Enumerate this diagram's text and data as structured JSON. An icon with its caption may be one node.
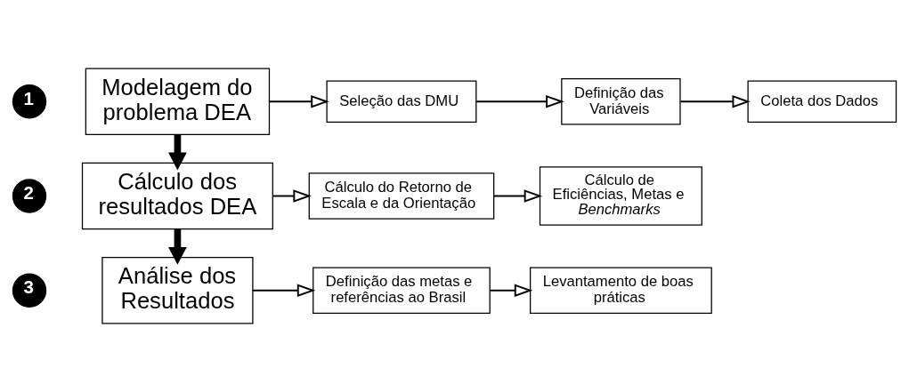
{
  "diagram": {
    "nodes": [
      {
        "text": [
          "1"
        ]
      },
      {
        "text": [
          "Modelagem do problema DEA"
        ]
      },
      {
        "text": [
          "Seleção das DMU"
        ]
      },
      {
        "text": [
          "Definição das Variáveis"
        ]
      },
      {
        "text": [
          "Coleta dos Dados"
        ]
      },
      {
        "text": [
          "2"
        ]
      },
      {
        "text": [
          "Cálculo dos resultados DEA"
        ]
      },
      {
        "text": [
          "Cálculo do Retorno de Escala e da Orientação"
        ]
      },
      {
        "text": [
          "Cálculo de Eficiências, Metas e *Benchmarks*"
        ]
      },
      {
        "text": [
          "3"
        ]
      },
      {
        "text": [
          "Análise dos Resultados"
        ]
      },
      {
        "text": [
          "Definição das metas e referências ao Brasil"
        ]
      },
      {
        "text": [
          "Levantamento de boas práticas"
        ]
      }
    ],
    "edges": [
      {
        "from": 1,
        "to": 2,
        "arrow": "to"
      },
      {
        "from": 2,
        "to": 3,
        "arrow": "to"
      },
      {
        "from": 3,
        "to": 4,
        "arrow": "to"
      },
      {
        "from": 1,
        "to": 6,
        "arrow": "to",
        "style": "thick",
        "color": "#000000"
      },
      {
        "from": 6,
        "to": 7,
        "arrow": "to"
      },
      {
        "from": 7,
        "to": 8,
        "arrow": "to"
      },
      {
        "from": 6,
        "to": 10,
        "arrow": "to",
        "style": "thick",
        "color": "#000000"
      },
      {
        "from": 10,
        "to": 11,
        "arrow": "to"
      },
      {
        "from": 11,
        "to": 12,
        "arrow": "to"
      }
    ]
  }
}
